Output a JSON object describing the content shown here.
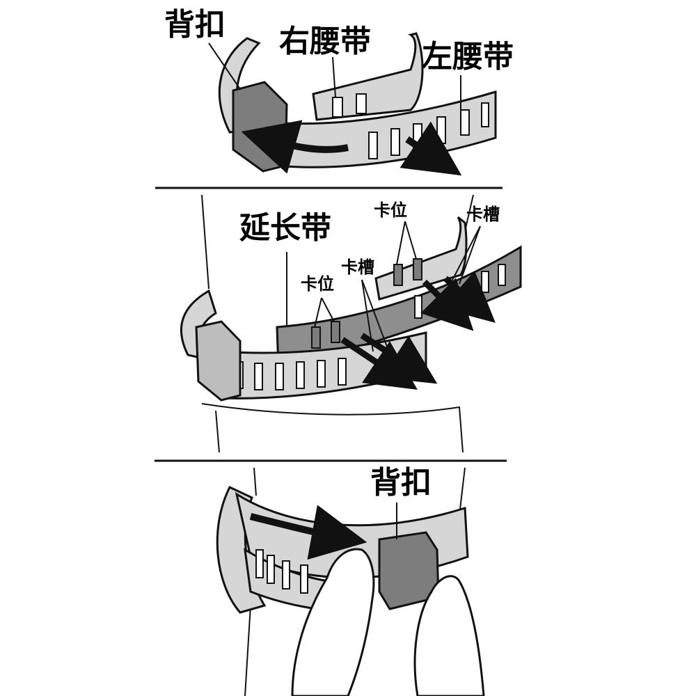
{
  "panel1": {
    "back_buckle": "背扣",
    "right_waistband": "右腰带",
    "left_waistband": "左腰带"
  },
  "panel2": {
    "extension_band": "延长带",
    "latch_a": "卡位",
    "slot_a": "卡槽",
    "latch_b": "卡位",
    "slot_b": "卡槽"
  },
  "panel3": {
    "back_buckle": "背扣"
  },
  "colors": {
    "band": "#d6d6d6",
    "band_dark": "#a9a9a9",
    "buckle": "#7d7d7d",
    "extension": "#8e8e8e",
    "outline": "#111111"
  }
}
